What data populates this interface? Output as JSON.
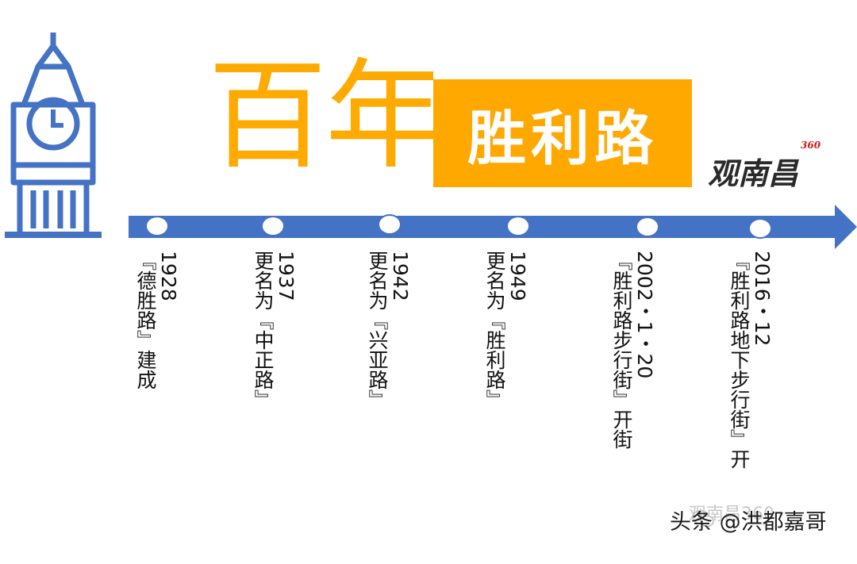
{
  "title": {
    "char1": "百",
    "char2": "年",
    "box_text": "胜利路"
  },
  "logo": {
    "text": "观南昌",
    "sup": "360"
  },
  "colors": {
    "accent": "#ffa800",
    "timeline": "#4472c4"
  },
  "icons": {
    "tower": "clock-tower-icon",
    "wechat": "wechat-icon"
  },
  "events": [
    {
      "date": "1928",
      "text": "『德胜路』建成"
    },
    {
      "date": "1937",
      "text": "更名为『中正路』"
    },
    {
      "date": "1942",
      "text": "更名为『兴亚路』"
    },
    {
      "date": "1949",
      "text": "更名为『胜利路』"
    },
    {
      "date": "2002・1・20",
      "text": "『胜利路步行街』开街"
    },
    {
      "date": "2016・12",
      "text": "『胜利路地下步行街』开"
    }
  ],
  "watermark": {
    "faint": "观南昌360",
    "main": "头条 @洪都嘉哥"
  }
}
